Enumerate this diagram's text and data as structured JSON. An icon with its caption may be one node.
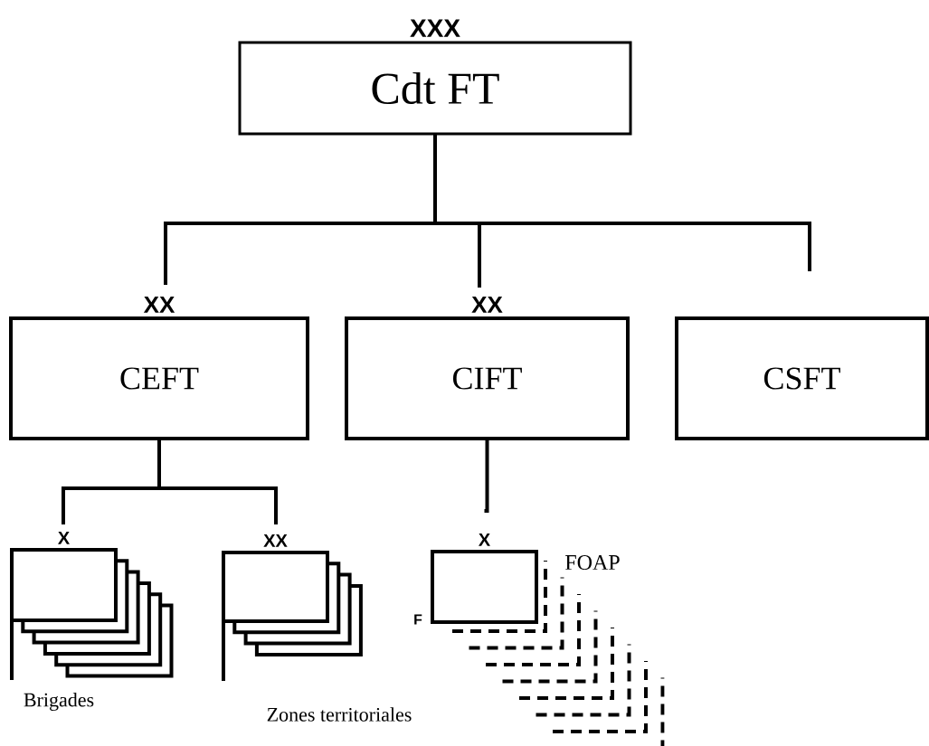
{
  "diagram": {
    "nodes": [
      {
        "text": [
          "XXX",
          "Cdt FT"
        ]
      },
      {
        "text": [
          "XX",
          "CEFT"
        ]
      },
      {
        "text": [
          "XX",
          "CIFT"
        ]
      },
      {
        "text": [
          "CSFT"
        ]
      },
      {
        "text": [
          "X"
        ],
        "beside": [
          "Brigades"
        ]
      },
      {
        "text": [
          "XX"
        ]
      },
      {
        "text": [
          "X"
        ],
        "beside": [
          "FOAP",
          "F"
        ]
      }
    ],
    "edges": [
      {
        "from": 0,
        "to": 1,
        "arrow": "none"
      },
      {
        "from": 0,
        "to": 2,
        "arrow": "none"
      },
      {
        "from": 0,
        "to": 3,
        "arrow": "none"
      },
      {
        "from": 1,
        "to": 4,
        "arrow": "none"
      },
      {
        "from": 1,
        "to": 5,
        "arrow": "none"
      },
      {
        "from": 2,
        "to": 6,
        "arrow": "none"
      }
    ],
    "labels": [
      "Zones territoriales"
    ]
  }
}
